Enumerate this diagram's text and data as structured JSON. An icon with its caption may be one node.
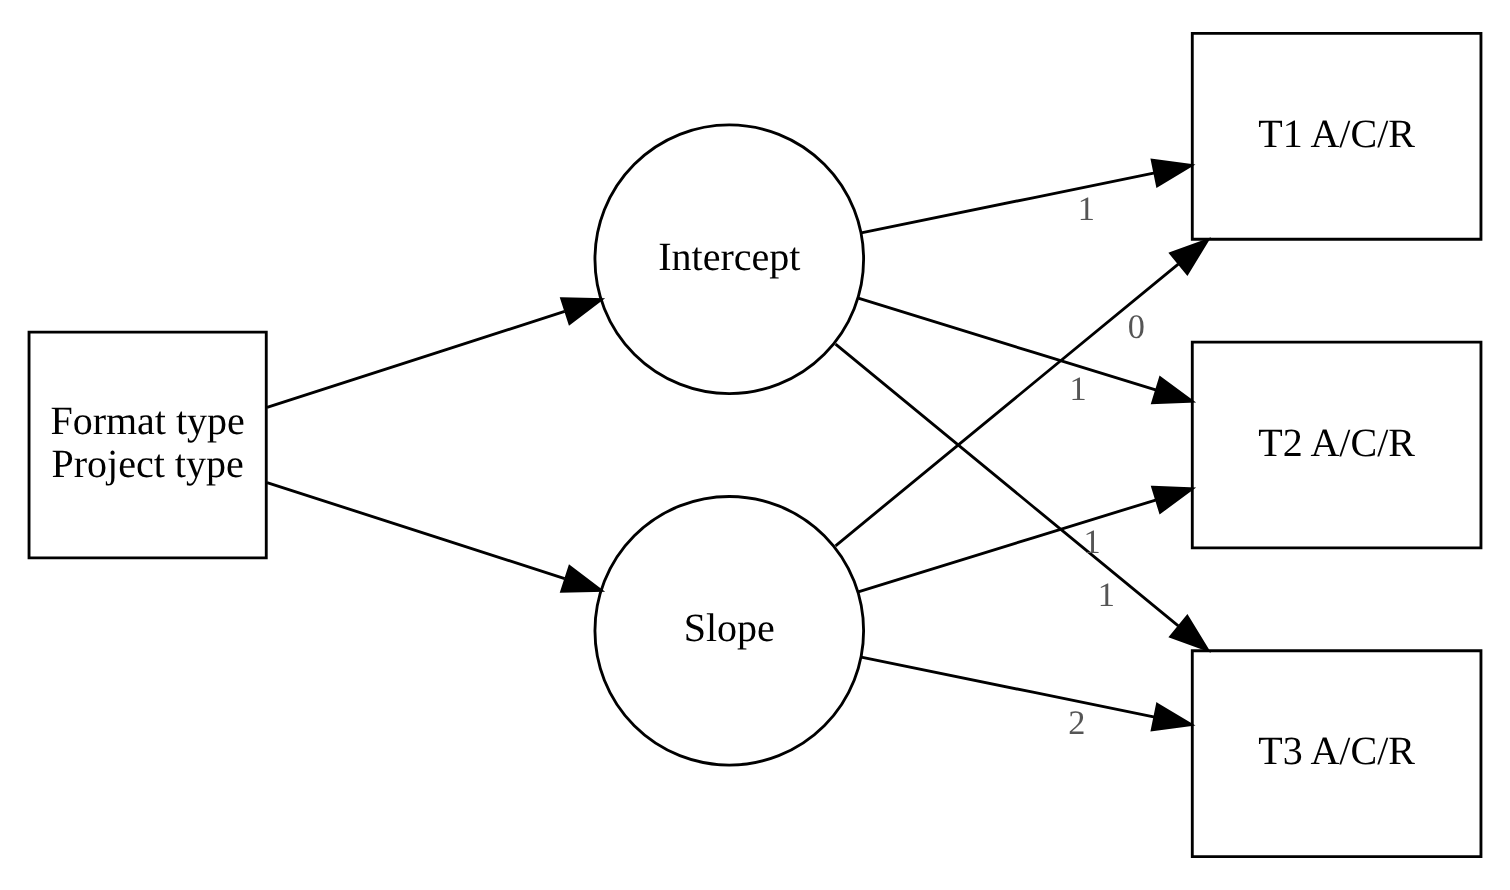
{
  "diagram": {
    "nodes": [
      {
        "text": [
          "Format type",
          "Project type"
        ]
      },
      {
        "text": [
          "Intercept"
        ]
      },
      {
        "text": [
          "Slope"
        ]
      },
      {
        "text": [
          "T1 A/C/R"
        ]
      },
      {
        "text": [
          "T2 A/C/R"
        ]
      },
      {
        "text": [
          "T3 A/C/R"
        ]
      }
    ],
    "edges": [
      {
        "from": 0,
        "to": 1,
        "arrow": "to"
      },
      {
        "from": 0,
        "to": 2,
        "arrow": "to"
      },
      {
        "from": 1,
        "to": 3,
        "arrow": "to",
        "label": "1"
      },
      {
        "from": 1,
        "to": 4,
        "arrow": "to",
        "label": "1"
      },
      {
        "from": 1,
        "to": 5,
        "arrow": "to",
        "label": "1"
      },
      {
        "from": 2,
        "to": 3,
        "arrow": "to",
        "label": "0"
      },
      {
        "from": 2,
        "to": 4,
        "arrow": "to",
        "label": "1"
      },
      {
        "from": 2,
        "to": 5,
        "arrow": "to",
        "label": "2"
      }
    ]
  }
}
